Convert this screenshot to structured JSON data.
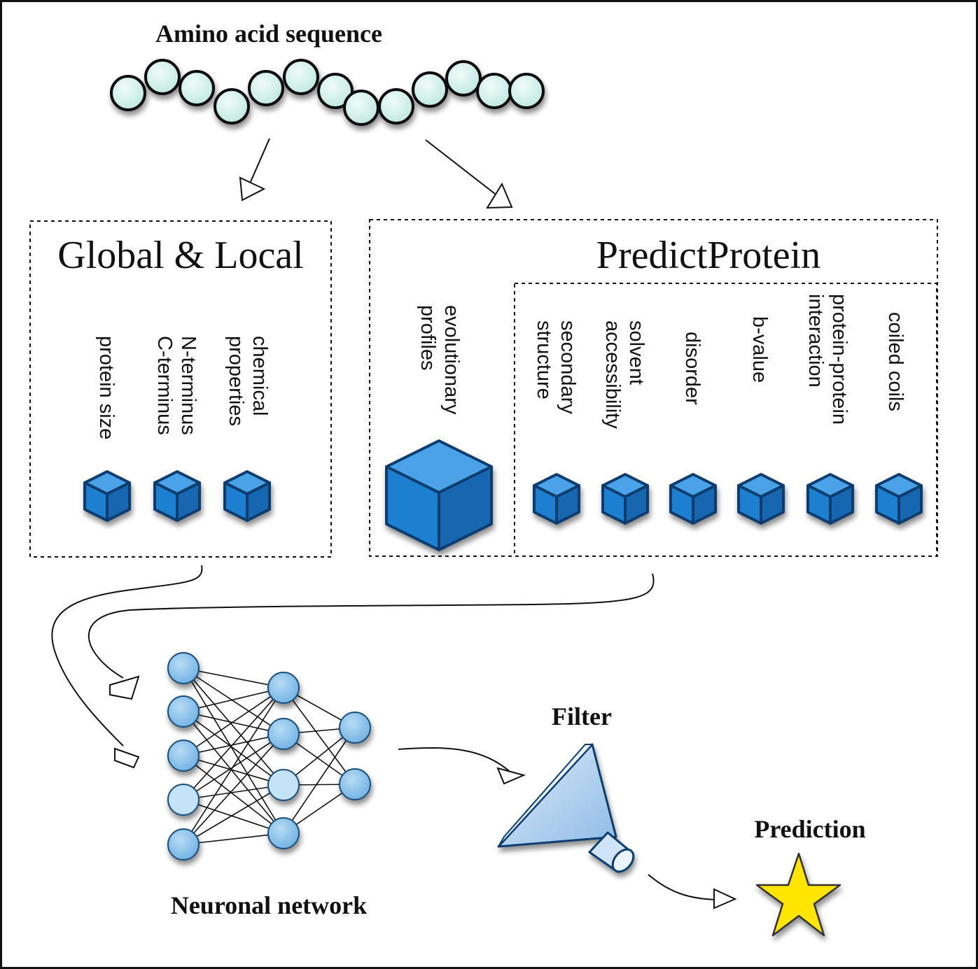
{
  "title": "Amino acid sequence",
  "global_local": {
    "title": "Global & Local",
    "features": [
      {
        "lines": [
          "chemical",
          "properties"
        ]
      },
      {
        "lines": [
          "N-terminus",
          "C-terminus"
        ]
      },
      {
        "lines": [
          "protein size"
        ]
      }
    ]
  },
  "predictprotein": {
    "title": "PredictProtein",
    "profile": {
      "lines": [
        "evolutionary",
        "profiles"
      ]
    },
    "features": [
      {
        "lines": [
          "coiled coils"
        ]
      },
      {
        "lines": [
          "protein-protein",
          "interaction"
        ]
      },
      {
        "lines": [
          "b-value"
        ]
      },
      {
        "lines": [
          "disorder"
        ]
      },
      {
        "lines": [
          "solvent",
          "accessibility"
        ]
      },
      {
        "lines": [
          "secondary",
          "structure"
        ]
      }
    ]
  },
  "network": {
    "label": "Neuronal network"
  },
  "filter": {
    "label": "Filter"
  },
  "prediction": {
    "label": "Prediction"
  },
  "colors": {
    "bead_fill": "#d3f1ec",
    "cube_front": "#1e7fd0",
    "cube_top": "#4aa3e6",
    "cube_side": "#1566b0",
    "cube_edge": "#0d3c6e",
    "neuron_fill": "#8ec3ea",
    "funnel_fill": "#b8d6f2",
    "star_fill": "#ffe600"
  }
}
